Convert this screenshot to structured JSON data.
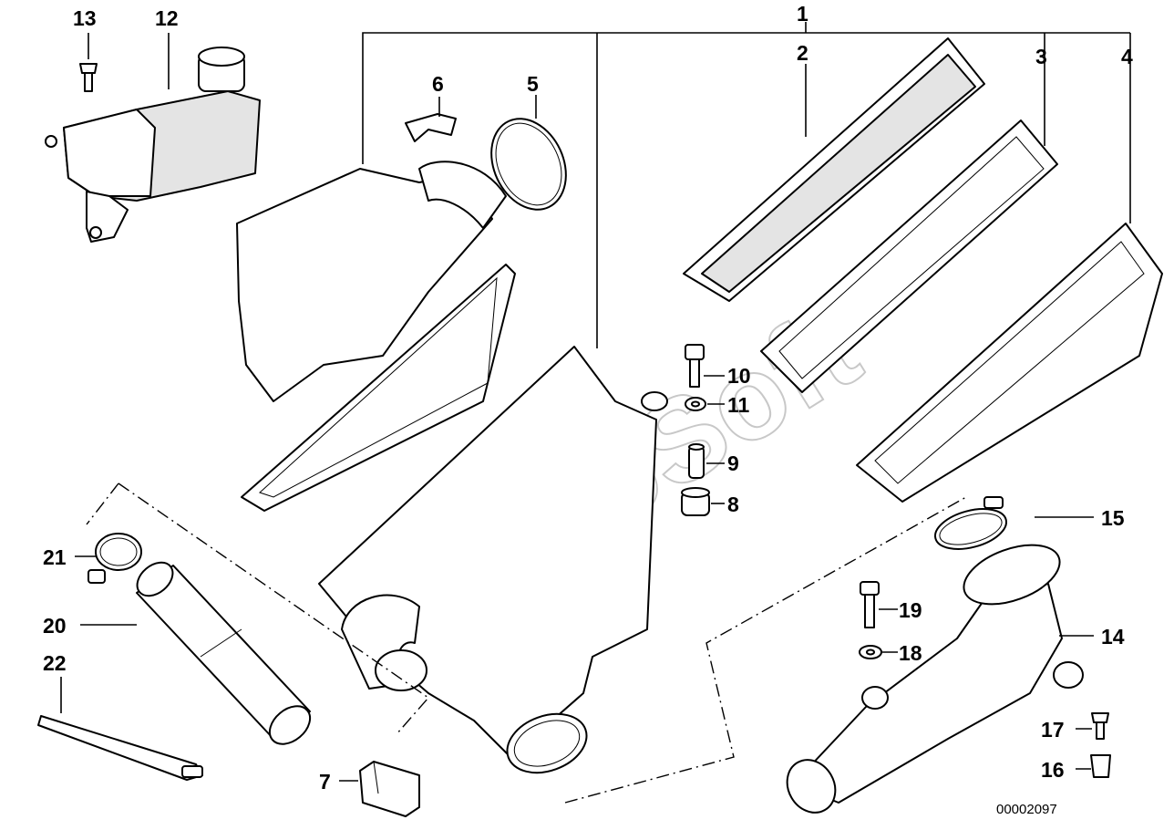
{
  "callouts": [
    {
      "id": "1",
      "text": "1"
    },
    {
      "id": "2",
      "text": "2"
    },
    {
      "id": "3",
      "text": "3"
    },
    {
      "id": "4",
      "text": "4"
    },
    {
      "id": "5",
      "text": "5"
    },
    {
      "id": "6",
      "text": "6"
    },
    {
      "id": "7",
      "text": "7"
    },
    {
      "id": "8",
      "text": "8"
    },
    {
      "id": "9",
      "text": "9"
    },
    {
      "id": "10",
      "text": "10"
    },
    {
      "id": "11",
      "text": "11"
    },
    {
      "id": "12",
      "text": "12"
    },
    {
      "id": "13",
      "text": "13"
    },
    {
      "id": "14",
      "text": "14"
    },
    {
      "id": "15",
      "text": "15"
    },
    {
      "id": "16",
      "text": "16"
    },
    {
      "id": "17",
      "text": "17"
    },
    {
      "id": "18",
      "text": "18"
    },
    {
      "id": "19",
      "text": "19"
    },
    {
      "id": "20",
      "text": "20"
    },
    {
      "id": "21",
      "text": "21"
    },
    {
      "id": "22",
      "text": "22"
    }
  ],
  "document_number": "00002097",
  "watermark": "AutoSoft"
}
